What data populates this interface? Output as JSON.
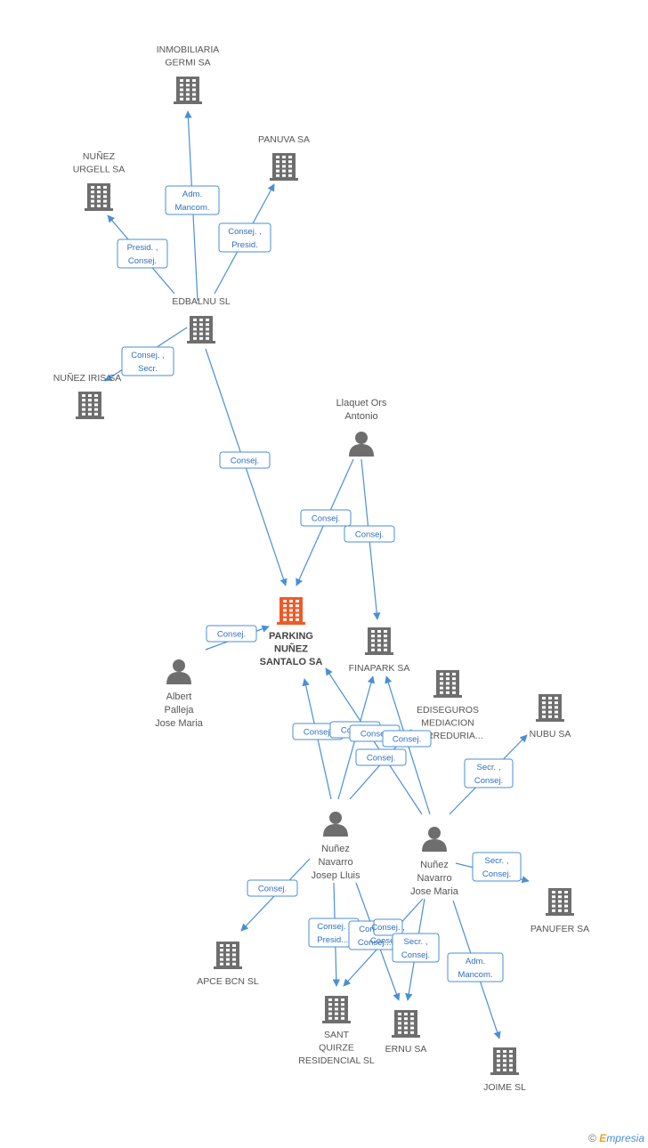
{
  "colors": {
    "edge": "#4a8fd6",
    "company": "#6e6e6e",
    "person": "#6e6e6e",
    "main": "#f05a28"
  },
  "nodes": [
    {
      "id": "germi",
      "type": "company",
      "label": [
        "INMOBILIARIA",
        "GERMI SA"
      ]
    },
    {
      "id": "panuva",
      "type": "company",
      "label": [
        "PANUVA SA"
      ]
    },
    {
      "id": "urgell",
      "type": "company",
      "label": [
        "NUÑEZ",
        "URGELL SA"
      ]
    },
    {
      "id": "edbalnu",
      "type": "company",
      "label": [
        "EDBALNU SL"
      ]
    },
    {
      "id": "iris",
      "type": "company",
      "label": [
        "NUÑEZ IRIS SA"
      ]
    },
    {
      "id": "llaquet",
      "type": "person",
      "label": [
        "Llaquet Ors",
        "Antonio"
      ]
    },
    {
      "id": "parking",
      "type": "main",
      "label": [
        "PARKING",
        "NUÑEZ",
        "SANTALO SA"
      ]
    },
    {
      "id": "finapark",
      "type": "company",
      "label": [
        "FINAPARK SA"
      ]
    },
    {
      "id": "albert",
      "type": "person",
      "label": [
        "Albert",
        "Palleja",
        "Jose Maria"
      ]
    },
    {
      "id": "ediseguros",
      "type": "company",
      "label": [
        "EDISEGUROS",
        "MEDIACION",
        "CORREDURIA..."
      ]
    },
    {
      "id": "nubu",
      "type": "company",
      "label": [
        "NUBU SA"
      ]
    },
    {
      "id": "josep",
      "type": "person",
      "label": [
        "Nuñez",
        "Navarro",
        "Josep Lluis"
      ]
    },
    {
      "id": "josemaria",
      "type": "person",
      "label": [
        "Nuñez",
        "Navarro",
        "Jose Maria"
      ]
    },
    {
      "id": "panufer",
      "type": "company",
      "label": [
        "PANUFER SA"
      ]
    },
    {
      "id": "apce",
      "type": "company",
      "label": [
        "APCE BCN SL"
      ]
    },
    {
      "id": "santquirze",
      "type": "company",
      "label": [
        "SANT",
        "QUIRZE",
        "RESIDENCIAL SL"
      ]
    },
    {
      "id": "ernu",
      "type": "company",
      "label": [
        "ERNU SA"
      ]
    },
    {
      "id": "joime",
      "type": "company",
      "label": [
        "JOIME SL"
      ]
    }
  ],
  "edges": [
    {
      "id": "e1",
      "from": "edbalnu",
      "to": "germi",
      "label": [
        "Adm.",
        "Mancom."
      ]
    },
    {
      "id": "e2",
      "from": "edbalnu",
      "to": "panuva",
      "label": [
        "Consej. ,",
        "Presid."
      ]
    },
    {
      "id": "e3",
      "from": "edbalnu",
      "to": "urgell",
      "label": [
        "Presid. ,",
        "Consej."
      ]
    },
    {
      "id": "e4",
      "from": "edbalnu",
      "to": "iris",
      "label": [
        "Consej. ,",
        "Secr."
      ]
    },
    {
      "id": "e5",
      "from": "edbalnu",
      "to": "parking",
      "label": [
        "Consej."
      ]
    },
    {
      "id": "e6",
      "from": "llaquet",
      "to": "parking",
      "label": [
        "Consej."
      ]
    },
    {
      "id": "e7",
      "from": "llaquet",
      "to": "finapark",
      "label": [
        "Consej."
      ]
    },
    {
      "id": "e8",
      "from": "albert",
      "to": "parking",
      "label": [
        "Consej."
      ]
    },
    {
      "id": "e9",
      "from": "josep",
      "to": "parking",
      "label": [
        "Consej."
      ]
    },
    {
      "id": "e10",
      "from": "josep",
      "to": "finapark",
      "label": [
        "Consej."
      ]
    },
    {
      "id": "e11",
      "from": "josemaria",
      "to": "parking",
      "label": [
        "Consej."
      ]
    },
    {
      "id": "e12",
      "from": "josemaria",
      "to": "finapark",
      "label": [
        "Consej."
      ]
    },
    {
      "id": "e13",
      "from": "josep",
      "to": "ediseguros",
      "label": [
        "Consej."
      ]
    },
    {
      "id": "e14",
      "from": "josemaria",
      "to": "nubu",
      "label": [
        "Secr. ,",
        "Consej."
      ]
    },
    {
      "id": "e15",
      "from": "josemaria",
      "to": "panufer",
      "label": [
        "Secr. ,",
        "Consej."
      ]
    },
    {
      "id": "e16",
      "from": "josep",
      "to": "apce",
      "label": [
        "Consej."
      ]
    },
    {
      "id": "e17",
      "from": "josep",
      "to": "santquirze",
      "label": [
        "Consej. ,",
        "Presid...."
      ]
    },
    {
      "id": "e18",
      "from": "josemaria",
      "to": "santquirze",
      "label": [
        "Consej. ,",
        "Consej...."
      ]
    },
    {
      "id": "e19",
      "from": "josep",
      "to": "ernu",
      "label": [
        "Consej. ,",
        "Consej...."
      ]
    },
    {
      "id": "e20",
      "from": "josemaria",
      "to": "ernu",
      "label": [
        "Secr. ,",
        "Consej."
      ]
    },
    {
      "id": "e21",
      "from": "josemaria",
      "to": "joime",
      "label": [
        "Adm.",
        "Mancom."
      ]
    }
  ],
  "footer": {
    "copyright": "©",
    "brand_first": "E",
    "brand_rest": "mpresia"
  }
}
